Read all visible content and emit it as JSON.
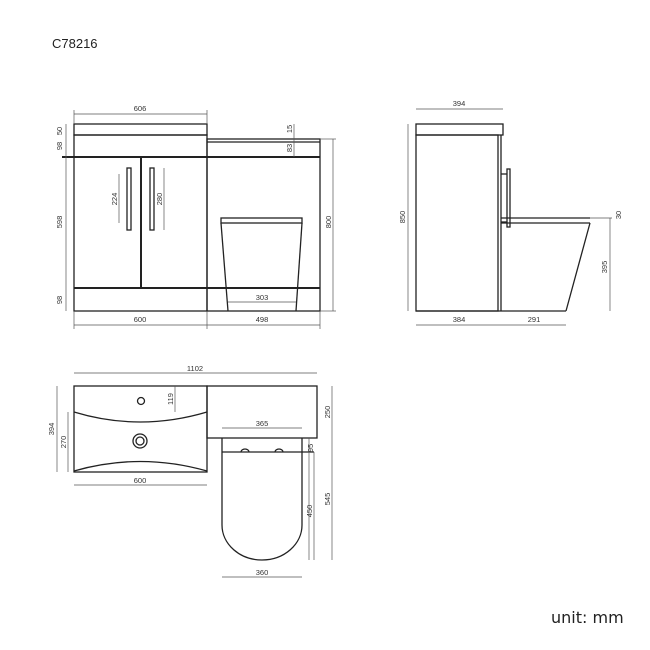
{
  "product_code": "C78216",
  "unit_label": "unit: mm",
  "front_view": {
    "top_width": "606",
    "basin_top": "50",
    "upper_band": "98",
    "door_height": "598",
    "plinth": "98",
    "handle_left": "224",
    "handle_right": "280",
    "wc_top_thick": "15",
    "wc_band": "83",
    "overall_height": "800",
    "vanity_width": "600",
    "wc_unit_width": "498",
    "pan_width": "303"
  },
  "side_view": {
    "top_depth": "394",
    "overall_height": "850",
    "seat_thickness": "30",
    "pan_height": "395",
    "cabinet_depth": "384",
    "pan_projection": "291"
  },
  "plan_view": {
    "overall_width": "1102",
    "basin_depth": "394",
    "bowl_depth": "270",
    "tap_deck": "119",
    "basin_width": "600",
    "wc_unit_depth": "250",
    "pan_top_width": "365",
    "seat_offset": "95",
    "seat_length": "450",
    "total_projection": "545",
    "pan_width": "360"
  }
}
